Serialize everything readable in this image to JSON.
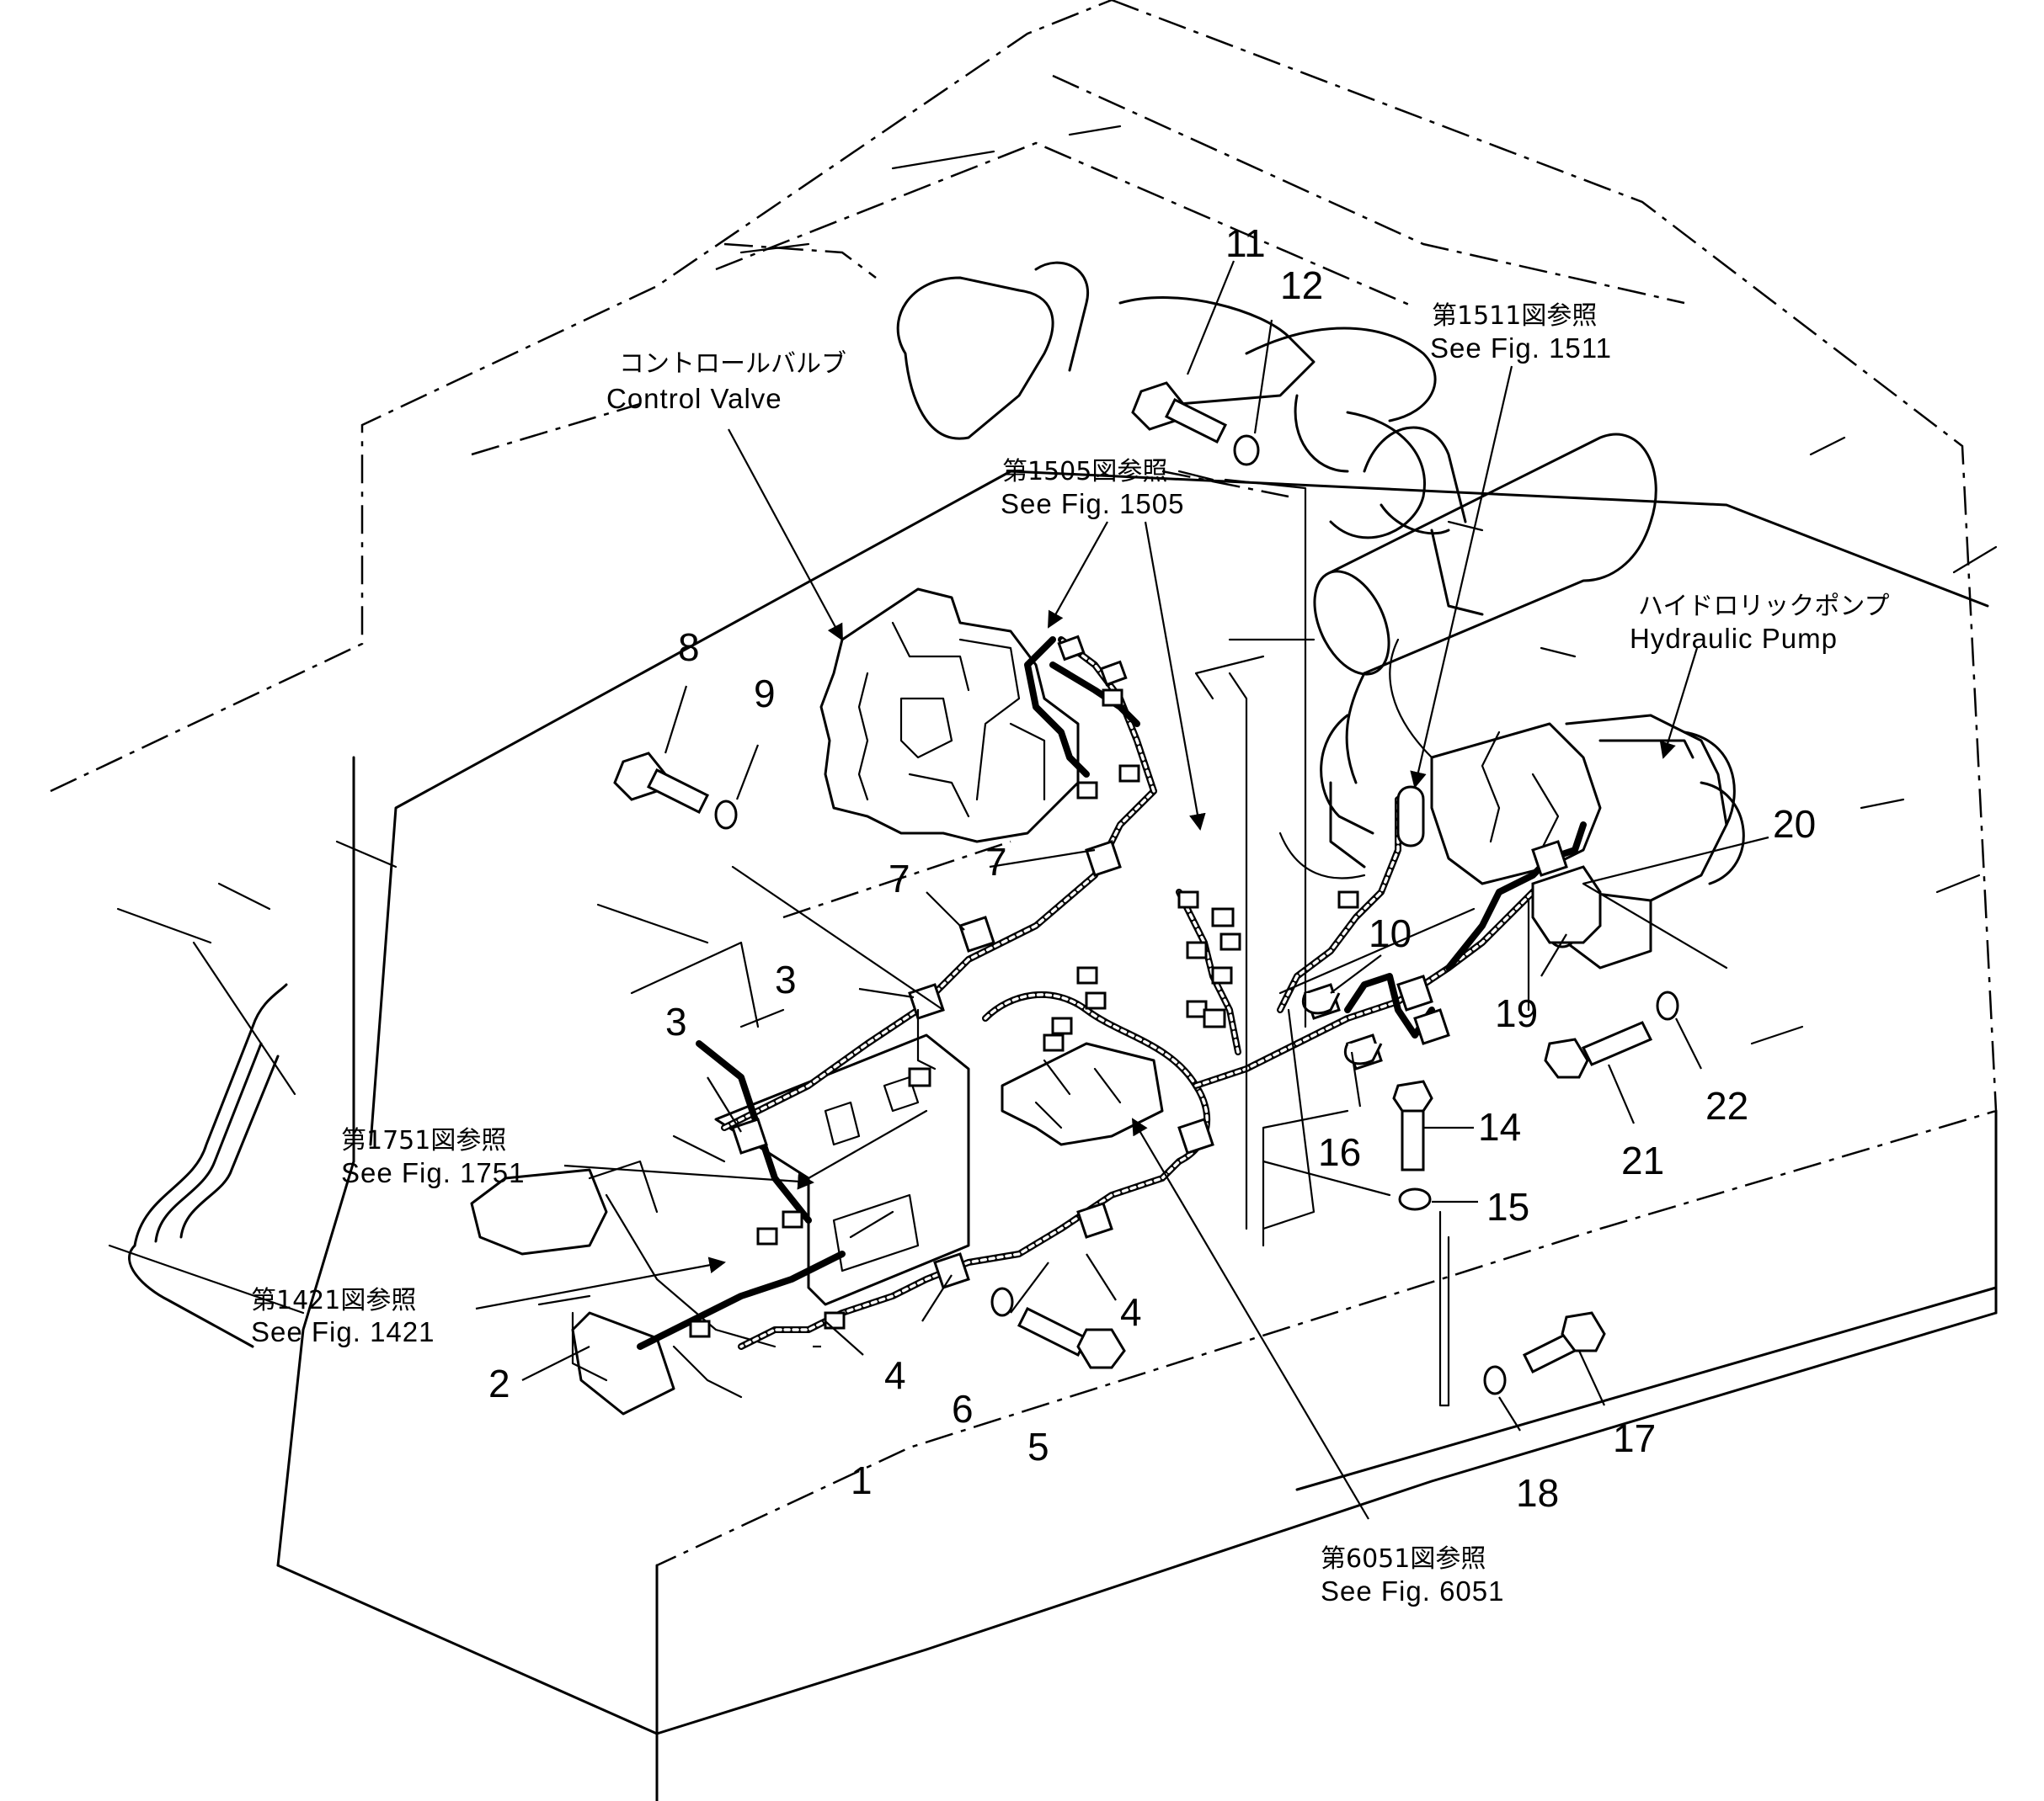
{
  "figure": {
    "part_numbers": [
      "1",
      "2",
      "3",
      "3",
      "4",
      "4",
      "5",
      "6",
      "7",
      "7",
      "8",
      "9",
      "10",
      "11",
      "12",
      "14",
      "15",
      "16",
      "17",
      "18",
      "19",
      "20",
      "21",
      "22"
    ],
    "labels": {
      "control_valve_jp": "コントロールバルブ",
      "control_valve_en": "Control Valve",
      "hydraulic_pump_jp": "ハイドロリックポンプ",
      "hydraulic_pump_en": "Hydraulic Pump"
    },
    "references": {
      "fig1505_jp": "第1505図参照",
      "fig1505_en": "See Fig. 1505",
      "fig1511_jp": "第1511図参照",
      "fig1511_en": "See Fig. 1511",
      "fig1751_jp": "第1751図参照",
      "fig1751_en": "See Fig. 1751",
      "fig1421_jp": "第1421図参照",
      "fig1421_en": "See Fig. 1421",
      "fig6051_jp": "第6051図参照",
      "fig6051_en": "See Fig. 6051"
    }
  }
}
